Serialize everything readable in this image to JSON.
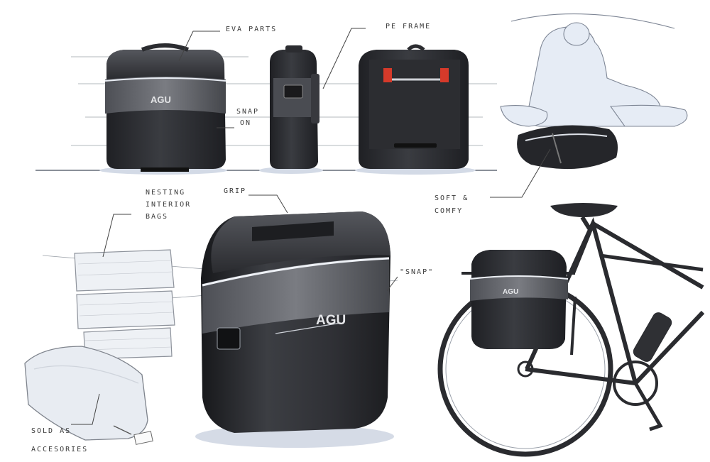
{
  "sheet": {
    "brand_logo": "AGU",
    "annotations": {
      "eva_parts": "EVA PARTS",
      "pe_frame": "PE FRAME",
      "snap_on_line1": "SNAP",
      "snap_on_line2": "ON",
      "soft_comfy_line1": "SOFT &",
      "soft_comfy_line2": "COMFY",
      "grip": "GRIP",
      "nesting_line1": "NESTING",
      "nesting_line2": "INTERIOR",
      "nesting_line3": "BAGS",
      "snap_quote": "\"SNAP\"",
      "sold_line1": "SOLD AS",
      "sold_line2": "ACCESORIES"
    },
    "colors": {
      "bag_dark": "#2b2c30",
      "bag_mid": "#4a4c52",
      "bag_band": "#6c6e74",
      "accent_red": "#d63a2a",
      "sketch_line": "#5a5a5a",
      "shadow_blue": "#c9d3e3"
    }
  }
}
